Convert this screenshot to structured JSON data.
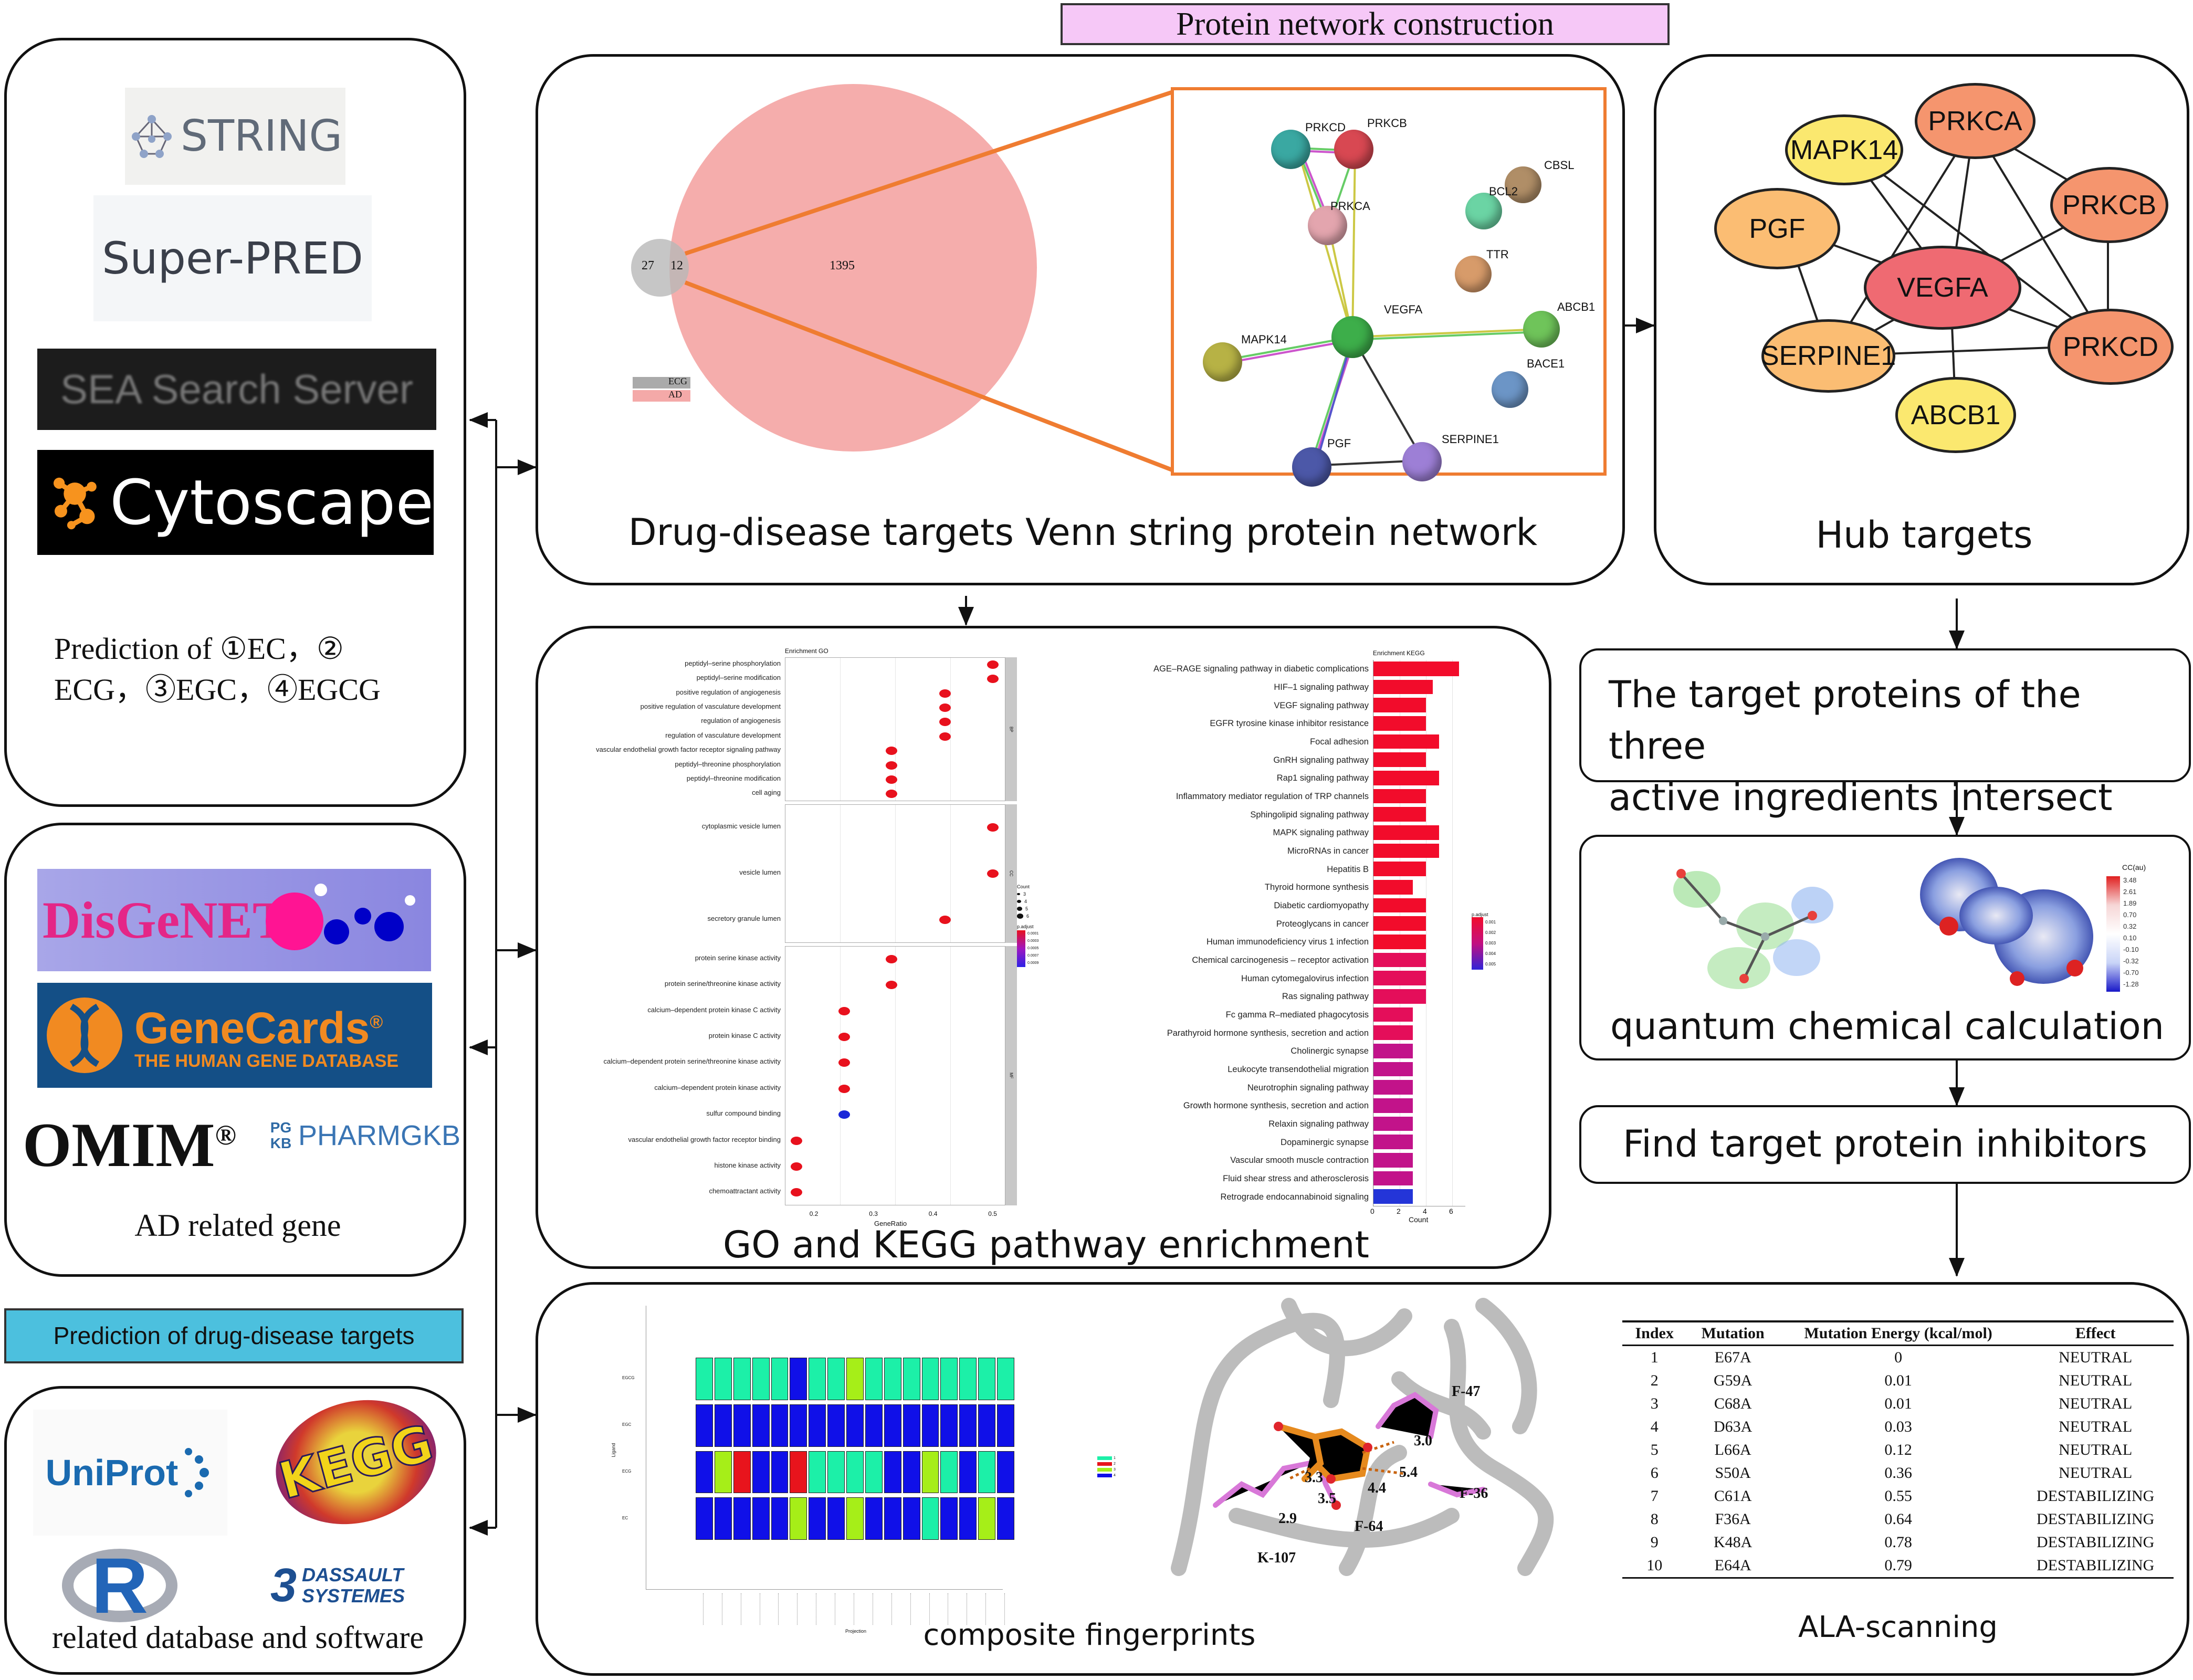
{
  "title": "Protein network construction",
  "left": {
    "tools_logos": [
      "STRING",
      "Super-PRED",
      "SEA Search Server",
      "Cytoscape"
    ],
    "prediction_text_1": "Prediction of ①EC，②",
    "prediction_text_2": "ECG，③EGC，④EGCG",
    "gene_logos": {
      "disgenet": "DisGeNET",
      "genecards": "GeneCards",
      "genecards_reg": "®",
      "genecards_sub": "THE HUMAN GENE DATABASE",
      "omim": "OMIM",
      "omim_reg": "®",
      "pharmgkb_pg": "PG KB",
      "pharmgkb": "PHARMGKB"
    },
    "gene_caption": "AD related gene",
    "targets_banner": "Prediction of drug-disease targets",
    "software_logos": {
      "uniprot": "UniProt",
      "kegg": "KEGG",
      "r": "R",
      "dassault_1": "DASSAULT",
      "dassault_2": "SYSTEMES"
    },
    "software_caption": "related database and software"
  },
  "venn_panel": {
    "caption": "Drug-disease targets Venn string protein network",
    "venn": {
      "left_only": "27",
      "overlap": "12",
      "right_only": "1395",
      "legend": [
        "ECG",
        "AD"
      ]
    },
    "string_nodes": [
      "PRKCD",
      "PRKCB",
      "CBSL",
      "PRKCA",
      "BCL2",
      "TTR",
      "VEGFA",
      "ABCB1",
      "MAPK14",
      "BACE1",
      "PGF",
      "SERPINE1"
    ]
  },
  "hub_panel": {
    "caption": "Hub targets",
    "nodes": [
      "MAPK14",
      "PRKCA",
      "PGF",
      "PRKCB",
      "VEGFA",
      "SERPINE1",
      "PRKCD",
      "ABCB1"
    ]
  },
  "right_flow": {
    "intersect_1": "The target proteins of the three",
    "intersect_2": "active ingredients intersect",
    "quantum_caption": "quantum chemical calculation",
    "inhibitors": "Find target protein inhibitors",
    "colorbar_title": "CC(au)",
    "colorbar_ticks": [
      "3.48",
      "2.61",
      "1.89",
      "0.70",
      "0.32",
      "0.10",
      "-0.10",
      "-0.32",
      "-0.70",
      "-1.28"
    ]
  },
  "enrichment_panel": {
    "caption": "GO and KEGG pathway enrichment",
    "go": {
      "title": "Enrichment GO",
      "xlabel": "GeneRatio",
      "x_ticks": [
        "0.2",
        "0.3",
        "0.4",
        "0.5"
      ],
      "xlim": [
        0.15,
        0.52
      ],
      "facets": [
        "BP",
        "CC",
        "MF"
      ],
      "legend_count_title": "Count",
      "legend_count": [
        "3",
        "4",
        "5",
        "6"
      ],
      "legend_p_title": "p.adjust",
      "legend_p": [
        "0.0001",
        "0.0003",
        "0.0005",
        "0.0007",
        "0.0009"
      ],
      "terms": [
        {
          "label": "peptidyl–serine phosphorylation",
          "x": 0.5,
          "facet": 0
        },
        {
          "label": "peptidyl–serine modification",
          "x": 0.5,
          "facet": 0
        },
        {
          "label": "positive regulation of angiogenesis",
          "x": 0.42,
          "facet": 0
        },
        {
          "label": "positive regulation of vasculature development",
          "x": 0.42,
          "facet": 0
        },
        {
          "label": "regulation of angiogenesis",
          "x": 0.42,
          "facet": 0
        },
        {
          "label": "regulation of vasculature development",
          "x": 0.42,
          "facet": 0
        },
        {
          "label": "vascular endothelial growth factor receptor signaling pathway",
          "x": 0.33,
          "facet": 0
        },
        {
          "label": "peptidyl–threonine phosphorylation",
          "x": 0.33,
          "facet": 0
        },
        {
          "label": "peptidyl–threonine modification",
          "x": 0.33,
          "facet": 0
        },
        {
          "label": "cell aging",
          "x": 0.33,
          "facet": 0
        },
        {
          "label": "cytoplasmic vesicle lumen",
          "x": 0.5,
          "facet": 1
        },
        {
          "label": "vesicle lumen",
          "x": 0.5,
          "facet": 1
        },
        {
          "label": "secretory granule lumen",
          "x": 0.42,
          "facet": 1
        },
        {
          "label": "protein serine kinase activity",
          "x": 0.33,
          "facet": 2
        },
        {
          "label": "protein serine/threonine kinase activity",
          "x": 0.33,
          "facet": 2
        },
        {
          "label": "calcium–dependent protein kinase C activity",
          "x": 0.25,
          "facet": 2
        },
        {
          "label": "protein kinase C activity",
          "x": 0.25,
          "facet": 2
        },
        {
          "label": "calcium–dependent protein serine/threonine kinase activity",
          "x": 0.25,
          "facet": 2
        },
        {
          "label": "calcium–dependent protein kinase activity",
          "x": 0.25,
          "facet": 2
        },
        {
          "label": "sulfur compound binding",
          "x": 0.25,
          "facet": 2
        },
        {
          "label": "vascular endothelial growth factor receptor binding",
          "x": 0.17,
          "facet": 2
        },
        {
          "label": "histone kinase activity",
          "x": 0.17,
          "facet": 2
        },
        {
          "label": "chemoattractant activity",
          "x": 0.17,
          "facet": 2
        }
      ]
    },
    "kegg": {
      "title": "Enrichment KEGG",
      "xlabel": "Count",
      "x_ticks": [
        "0",
        "2",
        "4",
        "6"
      ],
      "xlim": [
        0,
        7
      ],
      "legend_title": "p.adjust",
      "legend": [
        "0.001",
        "0.002",
        "0.003",
        "0.004",
        "0.005"
      ],
      "terms": [
        {
          "label": "AGE–RAGE signaling pathway in diabetic complications",
          "value": 6.5
        },
        {
          "label": "HIF–1 signaling pathway",
          "value": 4.5
        },
        {
          "label": "VEGF signaling pathway",
          "value": 4
        },
        {
          "label": "EGFR tyrosine kinase inhibitor resistance",
          "value": 4
        },
        {
          "label": "Focal adhesion",
          "value": 5
        },
        {
          "label": "GnRH signaling pathway",
          "value": 4
        },
        {
          "label": "Rap1 signaling pathway",
          "value": 5
        },
        {
          "label": "Inflammatory mediator regulation of TRP channels",
          "value": 4
        },
        {
          "label": "Sphingolipid signaling pathway",
          "value": 4
        },
        {
          "label": "MAPK signaling pathway",
          "value": 5
        },
        {
          "label": "MicroRNAs in cancer",
          "value": 5
        },
        {
          "label": "Hepatitis B",
          "value": 4
        },
        {
          "label": "Thyroid hormone synthesis",
          "value": 3
        },
        {
          "label": "Diabetic cardiomyopathy",
          "value": 4
        },
        {
          "label": "Proteoglycans in cancer",
          "value": 4
        },
        {
          "label": "Human immunodeficiency virus 1 infection",
          "value": 4
        },
        {
          "label": "Chemical carcinogenesis – receptor activation",
          "value": 4
        },
        {
          "label": "Human cytomegalovirus infection",
          "value": 4
        },
        {
          "label": "Ras signaling pathway",
          "value": 4
        },
        {
          "label": "Fc gamma R–mediated phagocytosis",
          "value": 3
        },
        {
          "label": "Parathyroid hormone synthesis, secretion and action",
          "value": 3
        },
        {
          "label": "Cholinergic synapse",
          "value": 3
        },
        {
          "label": "Leukocyte transendothelial migration",
          "value": 3
        },
        {
          "label": "Neurotrophin signaling pathway",
          "value": 3
        },
        {
          "label": "Growth hormone synthesis, secretion and action",
          "value": 3
        },
        {
          "label": "Relaxin signaling pathway",
          "value": 3
        },
        {
          "label": "Dopaminergic synapse",
          "value": 3
        },
        {
          "label": "Vascular smooth muscle contraction",
          "value": 3
        },
        {
          "label": "Fluid shear stress and atherosclerosis",
          "value": 3
        },
        {
          "label": "Retrograde endocannabinoid signaling",
          "value": 3
        }
      ]
    }
  },
  "bottom_panel": {
    "fingerprint_caption": "composite fingerprints",
    "fingerprint_rows": [
      "EGCG",
      "EGC",
      "ECG",
      "EC"
    ],
    "fingerprint_ylabel": "Ligand",
    "fingerprint_xlabel": "Projection",
    "fingerprint_legend": [
      "1",
      "2",
      "3",
      "4"
    ],
    "fingerprint_colors": {
      "0": "#1010e8",
      "1": "#1cf0a8",
      "2": "#a6ee18",
      "3": "#e8141c"
    },
    "fingerprint_matrix": [
      [
        1,
        1,
        1,
        1,
        1,
        0,
        1,
        1,
        2,
        1,
        1,
        1,
        1,
        1,
        1,
        1,
        1
      ],
      [
        0,
        0,
        0,
        0,
        0,
        0,
        0,
        0,
        0,
        0,
        0,
        0,
        0,
        0,
        0,
        0,
        0
      ],
      [
        0,
        2,
        3,
        0,
        0,
        3,
        1,
        1,
        1,
        1,
        0,
        0,
        2,
        1,
        0,
        1,
        0
      ],
      [
        0,
        0,
        0,
        0,
        0,
        2,
        0,
        0,
        2,
        0,
        0,
        0,
        1,
        0,
        0,
        2,
        0
      ]
    ],
    "residue_labels": [
      "F-47",
      "3.0",
      "5.4",
      "4.4",
      "F-36",
      "3.3",
      "3.5",
      "2.9",
      "F-64",
      "K-107"
    ],
    "ala_caption": "ALA-scanning",
    "ala_headers": [
      "Index",
      "Mutation",
      "Mutation Energy (kcal/mol)",
      "Effect"
    ],
    "ala_rows": [
      [
        "1",
        "E67A",
        "0",
        "NEUTRAL"
      ],
      [
        "2",
        "G59A",
        "0.01",
        "NEUTRAL"
      ],
      [
        "3",
        "C68A",
        "0.01",
        "NEUTRAL"
      ],
      [
        "4",
        "D63A",
        "0.03",
        "NEUTRAL"
      ],
      [
        "5",
        "L66A",
        "0.12",
        "NEUTRAL"
      ],
      [
        "6",
        "S50A",
        "0.36",
        "NEUTRAL"
      ],
      [
        "7",
        "C61A",
        "0.55",
        "DESTABILIZING"
      ],
      [
        "8",
        "F36A",
        "0.64",
        "DESTABILIZING"
      ],
      [
        "9",
        "K48A",
        "0.78",
        "DESTABILIZING"
      ],
      [
        "10",
        "E64A",
        "0.79",
        "DESTABILIZING"
      ]
    ]
  }
}
